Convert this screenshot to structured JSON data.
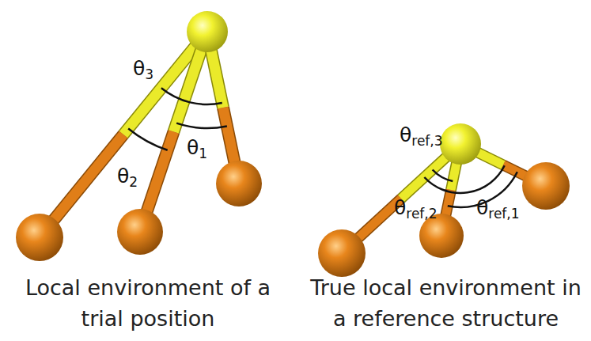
{
  "diagram": {
    "labels": [
      "θ3",
      "θ1",
      "θ2",
      "θref,3",
      "θref,2",
      "θref,1",
      "Local environment of a trial position",
      "True local environment in a reference structure"
    ]
  }
}
